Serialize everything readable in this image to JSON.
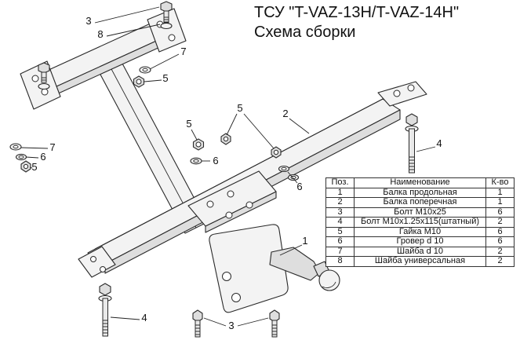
{
  "title": {
    "line1": "ТСУ \"T-VAZ-13H/T-VAZ-14H\"",
    "line2": "Схема сборки"
  },
  "table": {
    "headers": {
      "pos": "Поз.",
      "name": "Наименование",
      "qty": "К-во"
    },
    "rows": [
      {
        "pos": "1",
        "name": "Балка продольная",
        "qty": "1"
      },
      {
        "pos": "2",
        "name": "Балка поперечная",
        "qty": "1"
      },
      {
        "pos": "3",
        "name": "Болт М10х25",
        "qty": "6"
      },
      {
        "pos": "4",
        "name": "Болт М10х1.25х115(штатный)",
        "qty": "2"
      },
      {
        "pos": "5",
        "name": "Гайка М10",
        "qty": "6"
      },
      {
        "pos": "6",
        "name": "Гровер d 10",
        "qty": "6"
      },
      {
        "pos": "7",
        "name": "Шайба d 10",
        "qty": "2"
      },
      {
        "pos": "8",
        "name": "Шайба универсальная",
        "qty": "2"
      }
    ]
  },
  "callouts": {
    "1": "1",
    "2": "2",
    "3": "3",
    "4": "4",
    "5": "5",
    "6": "6",
    "7": "7",
    "8": "8"
  }
}
